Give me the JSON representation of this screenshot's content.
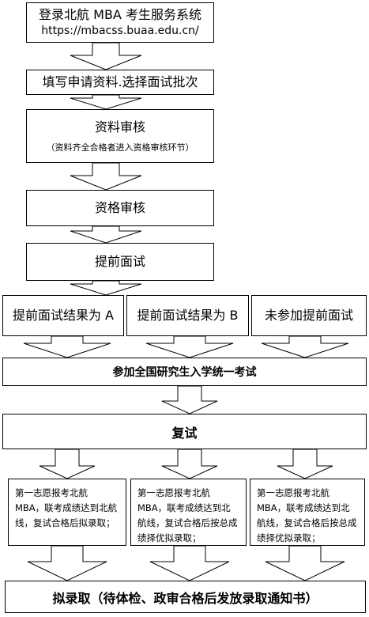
{
  "steps": {
    "login": {
      "title": "登录北航 MBA 考生服务系统",
      "url": "https://mbacss.buaa.edu.cn/"
    },
    "apply": {
      "title": "填写申请资料.选择面试批次"
    },
    "material": {
      "title": "资料审核",
      "note": "（资料齐全合格者进入资格审核环节）"
    },
    "qualify": {
      "title": "资格审核"
    },
    "early": {
      "title": "提前面试"
    },
    "results": [
      "提前面试结果为 A",
      "提前面试结果为 B",
      "未参加提前面试"
    ],
    "exam": {
      "title": "参加全国研究生入学统一考试"
    },
    "retest": {
      "title": "复试"
    },
    "conditions": [
      "第一志愿报考北航 MBA，联考成绩达到北航线，复试合格后拟录取；",
      "第一志愿报考北航MBA，联考成绩达到北航线，复试合格后按总成绩择优拟录取；",
      "第一志愿报考北航MBA，联考成绩达到北航线，复试合格后按总成绩择优拟录取；"
    ],
    "admit": {
      "title": "拟录取（待体检、政审合格后发放录取通知书）"
    }
  }
}
